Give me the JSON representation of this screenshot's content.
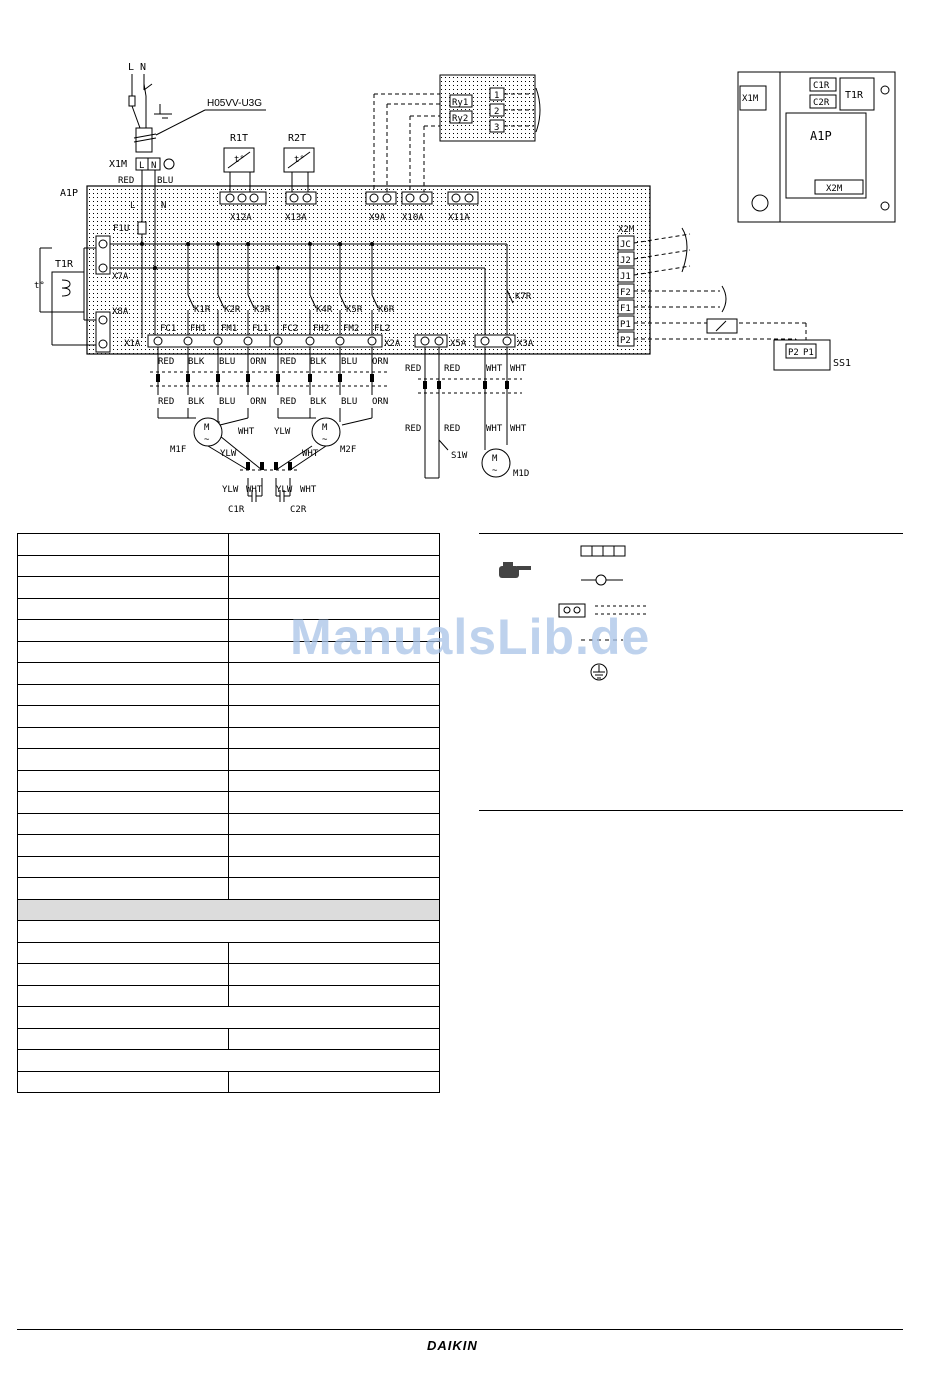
{
  "diagram": {
    "supply": {
      "L": "L",
      "N": "N",
      "cable": "H05VV-U3G",
      "red": "RED",
      "blu": "BLU",
      "l": "L",
      "n": "N"
    },
    "board": {
      "a1p": "A1P",
      "x1m": "X1M",
      "f1u": "F1U",
      "t1r": "T1R",
      "tc": "t°"
    },
    "sensors": {
      "r1t": "R1T",
      "r2t": "R2T",
      "t": "t°"
    },
    "connectors": {
      "x12a": "X12A",
      "x13a": "X13A",
      "x9a": "X9A",
      "x10a": "X10A",
      "x11a": "X11A",
      "x7a": "X7A",
      "x8a": "X8A",
      "x1a": "X1A",
      "x2a": "X2A",
      "x5a": "X5A",
      "x3a": "X3A",
      "x2m": "X2M"
    },
    "relays": [
      "K1R",
      "K2R",
      "K3R",
      "K4R",
      "K5R",
      "K6R",
      "K7R"
    ],
    "terminals": [
      "FC1",
      "FH1",
      "FM1",
      "FL1",
      "FC2",
      "FH2",
      "FM2",
      "FL2"
    ],
    "x2m_terms": [
      "JC",
      "J2",
      "J1",
      "F2",
      "F1",
      "P1",
      "P2"
    ],
    "output_box": {
      "ry1": "Ry1",
      "ry2": "Ry2",
      "t1": "1",
      "t2": "2",
      "t3": "3"
    },
    "wire_colors": {
      "red": "RED",
      "blk": "BLK",
      "blu": "BLU",
      "orn": "ORN",
      "wht": "WHT",
      "ylw": "YLW"
    },
    "motors": {
      "m1f": "M1F",
      "m2f": "M2F",
      "m1d": "M1D",
      "m": "M",
      "tilde": "~"
    },
    "caps": {
      "c1r": "C1R",
      "c2r": "C2R"
    },
    "switch": {
      "s1w": "S1W"
    },
    "remote": {
      "ss1": "SS1",
      "p2": "P2",
      "p1": "P1"
    },
    "switchbox": {
      "x1m": "X1M",
      "c1r": "C1R",
      "c2r": "C2R",
      "t1r": "T1R",
      "a1p": "A1P",
      "x2m": "X2M"
    }
  },
  "watermark": "ManualsLib.de",
  "brand": "DAIKIN",
  "colors": {
    "dots": "#000000",
    "watermark": "#a9c4e8",
    "table_header": "#dcdcdc"
  }
}
